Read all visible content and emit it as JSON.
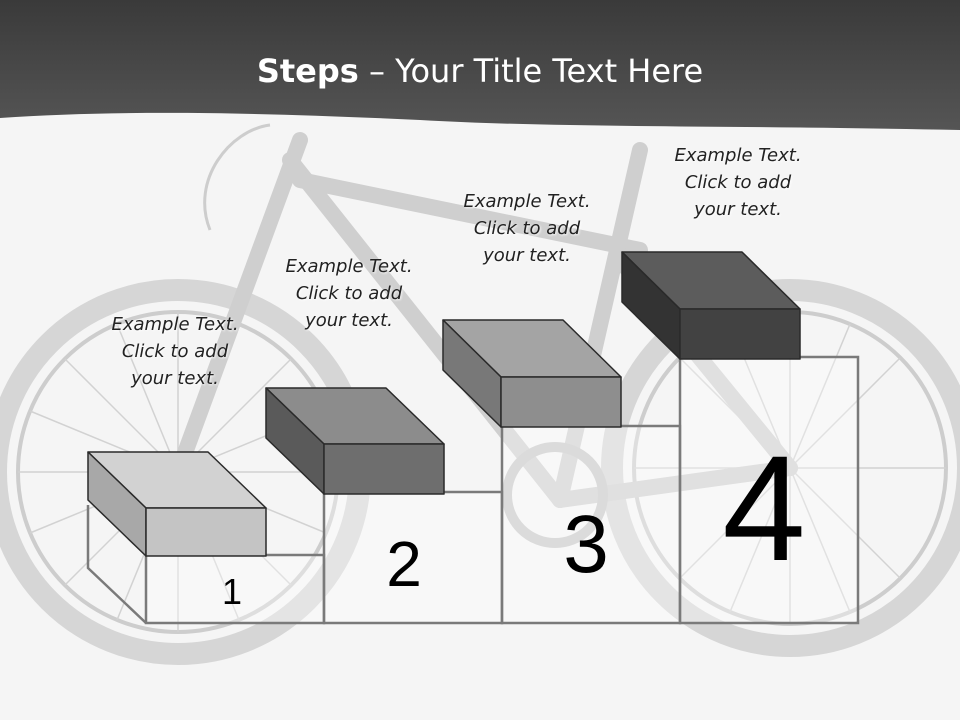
{
  "title": {
    "bold": "Steps",
    "rest": " – Your Title Text Here"
  },
  "steps": [
    {
      "number": "1",
      "caption": [
        "Example Text.",
        "Click  to add",
        "your text."
      ]
    },
    {
      "number": "2",
      "caption": [
        "Example Text.",
        "Click  to add",
        "your text."
      ]
    },
    {
      "number": "3",
      "caption": [
        "Example Text.",
        "Click  to add",
        "your text."
      ]
    },
    {
      "number": "4",
      "caption": [
        "Example Text.",
        "Click  to add",
        "your text."
      ]
    }
  ],
  "colors": {
    "header": "#474747",
    "block_top": [
      "#d2d2d2",
      "#8c8c8c",
      "#a4a4a4",
      "#5c5c5c"
    ],
    "block_front": [
      "#c4c4c4",
      "#6e6e6e",
      "#8e8e8e",
      "#424242"
    ],
    "block_side": [
      "#a8a8a8",
      "#5a5a5a",
      "#787878",
      "#333333"
    ]
  }
}
